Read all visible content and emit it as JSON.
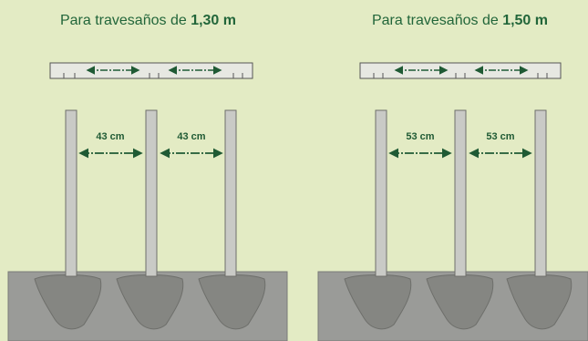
{
  "panels": [
    {
      "title_prefix": "Para travesaños de ",
      "title_bold": "1,30 m",
      "spacing_labels": [
        "43 cm",
        "43 cm"
      ],
      "spacing_cm": 43,
      "traverse_length_m": 1.3
    },
    {
      "title_prefix": "Para travesaños de ",
      "title_bold": "1,50 m",
      "spacing_labels": [
        "53 cm",
        "53 cm"
      ],
      "spacing_cm": 53,
      "traverse_length_m": 1.5
    }
  ],
  "colors": {
    "background": "#E3EBC4",
    "accent_green": "#22663A",
    "arrow_green": "#1F5A34",
    "concrete": "#9A9B98",
    "footing": "#7E7E7A",
    "post": "#C9CAC6"
  }
}
